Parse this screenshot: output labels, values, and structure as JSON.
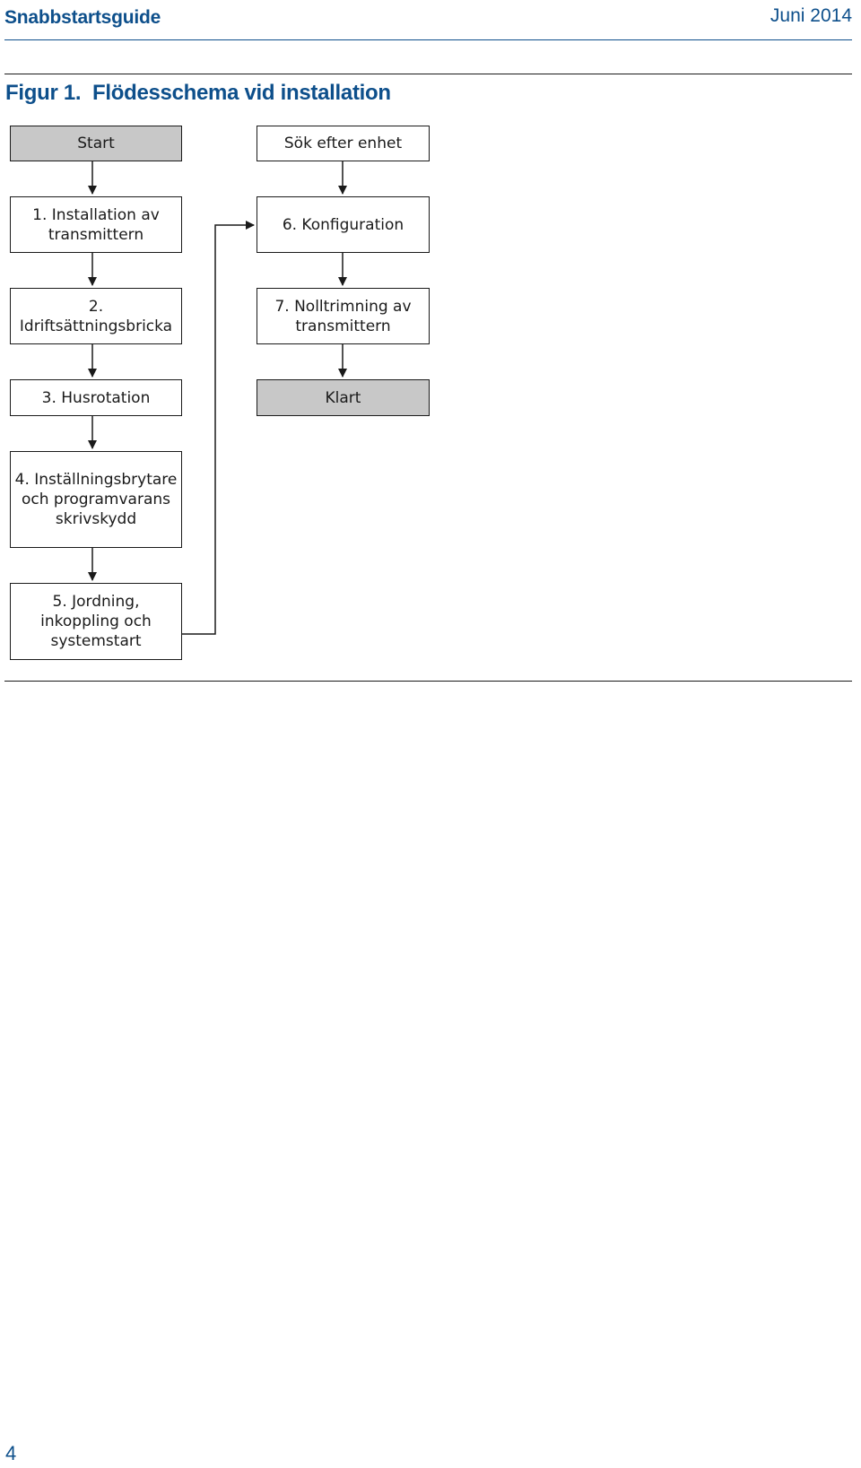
{
  "header": {
    "title": "Snabbstartsguide",
    "date": "Juni 2014"
  },
  "figure": {
    "title": "Figur 1.  Flödesschema vid installation",
    "boxes": {
      "start": "Start",
      "step1": "1. Installation av transmittern",
      "step2": "2. Idriftsättningsbricka",
      "step3": "3. Husrotation",
      "step4": "4. Inställningsbrytare och programvarans skrivskydd",
      "step5": "5. Jordning, inkoppling och systemstart",
      "search": "Sök efter enhet",
      "step6": "6. Konfiguration",
      "step7": "7. Nolltrimning av transmittern",
      "done": "Klart"
    }
  },
  "footer": {
    "page_number": "4"
  }
}
